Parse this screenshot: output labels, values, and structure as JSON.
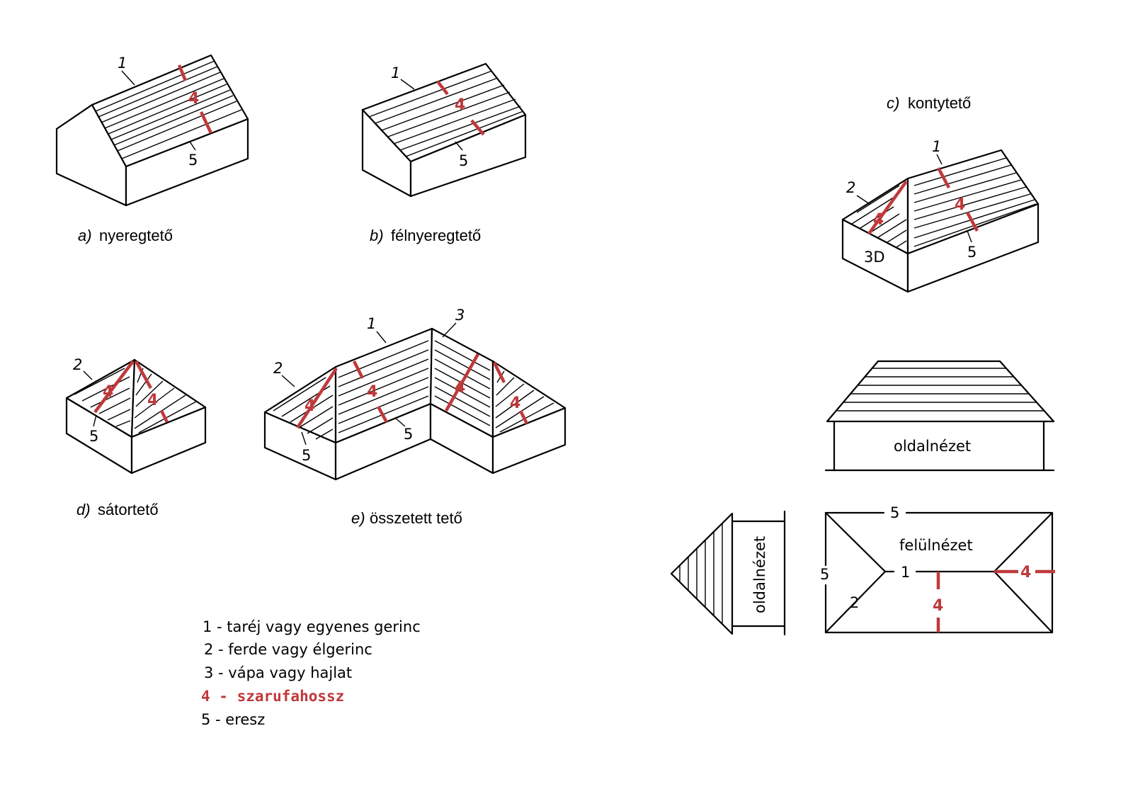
{
  "labels": {
    "ridge": "1",
    "hip": "2",
    "valley": "3",
    "rafter": "4",
    "eave": "5",
    "threed": "3D"
  },
  "captions": {
    "a_letter": "a)",
    "a_text": "nyeregtető",
    "b_letter": "b)",
    "b_text": "félnyeregtető",
    "c_letter": "c)",
    "c_text": "kontytető",
    "d_letter": "d)",
    "d_text": "sátortető",
    "e_letter": "e)",
    "e_text": "összetett tető"
  },
  "views": {
    "side": "oldalnézet",
    "top": "felülnézet",
    "side_vertical": "oldalnézet"
  },
  "legend": [
    "1 - taréj vagy egyenes gerinc",
    "2 - ferde vagy élgerinc",
    "3 - vápa vagy hajlat",
    "4 - szarufahossz",
    "5 - eresz"
  ],
  "colors": {
    "accent_red": "#c0393b",
    "ink": "#000000"
  }
}
